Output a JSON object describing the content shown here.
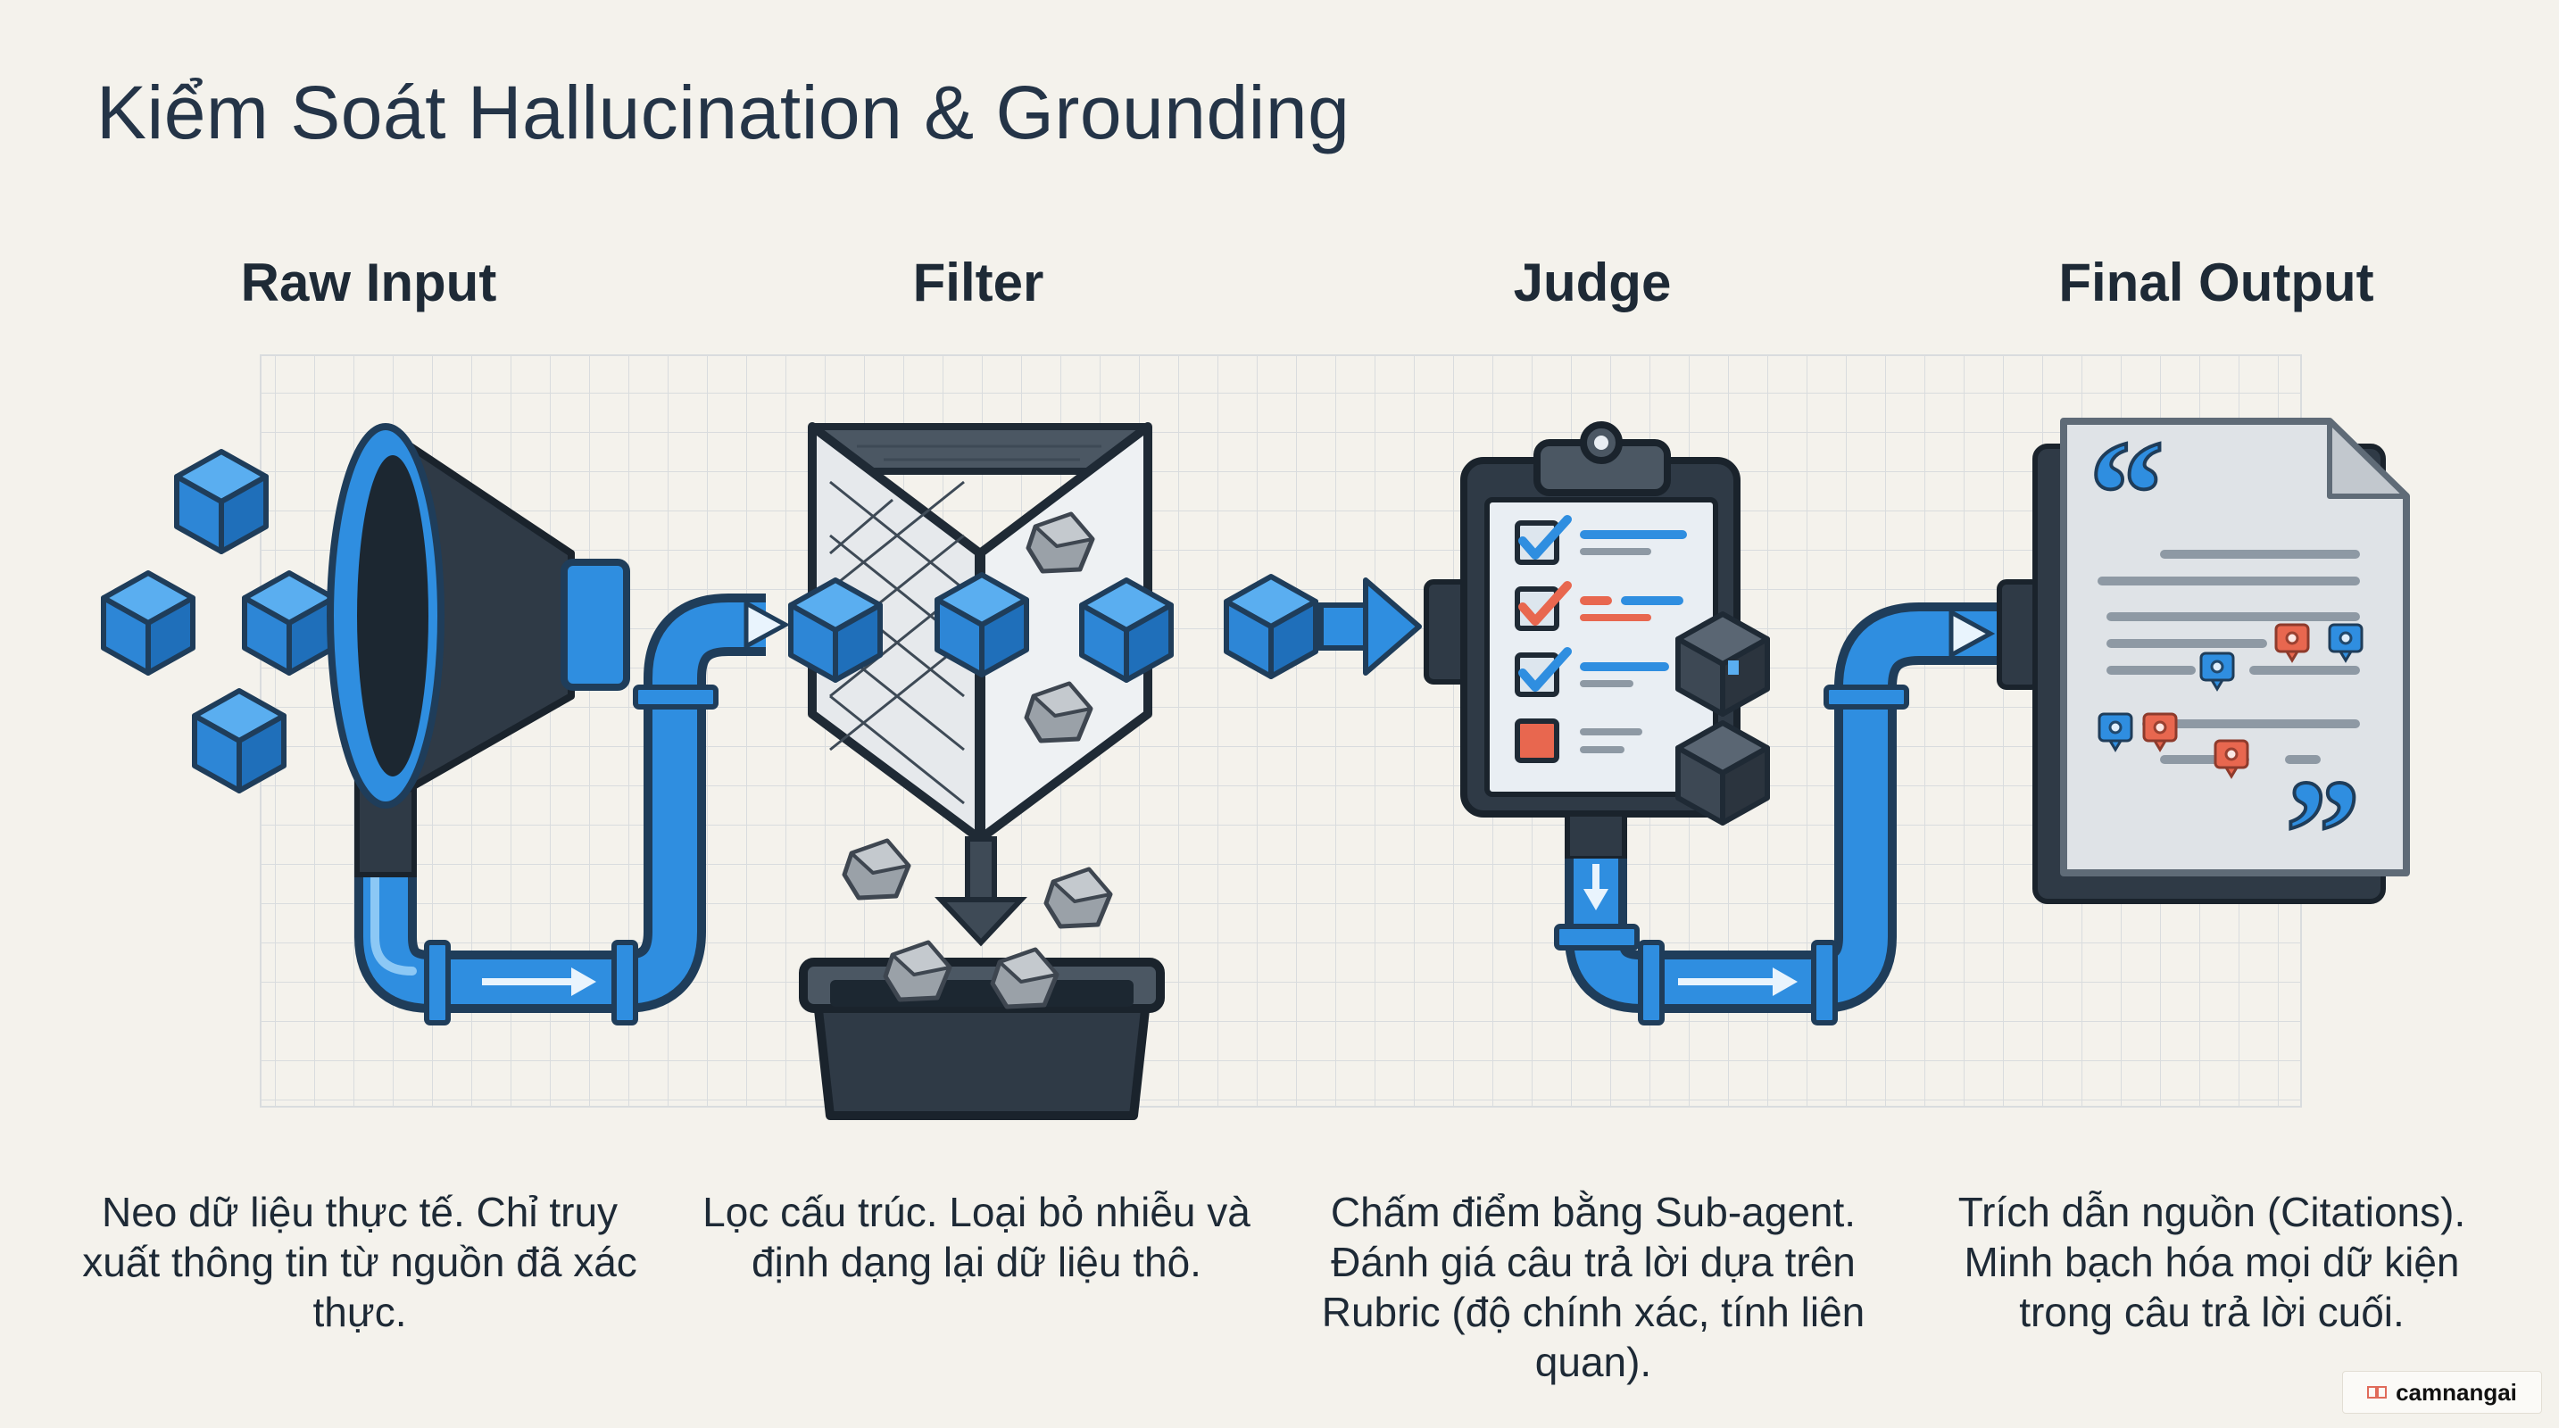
{
  "title": "Kiểm Soát Hallucination & Grounding",
  "stages": [
    {
      "title": "Raw Input",
      "description": "Neo dữ liệu thực tế. Chỉ truy xuất thông tin từ nguồn đã xác thực."
    },
    {
      "title": "Filter",
      "description": "Lọc cấu trúc. Loại bỏ nhiễu và định dạng lại dữ liệu thô."
    },
    {
      "title": "Judge",
      "description": "Chấm điểm bằng Sub-agent. Đánh giá câu trả lời dựa trên Rubric (độ chính xác, tính liên quan)."
    },
    {
      "title": "Final Output",
      "description": "Trích dẫn nguồn (Citations). Minh bạch hóa mọi dữ kiện trong câu trả lời cuối."
    }
  ],
  "watermark": {
    "text": "camnangai"
  },
  "colors": {
    "blue": "#2f8ee0",
    "dark": "#2f3a46",
    "navy": "#243447",
    "red": "#e8674f",
    "grid": "#d9dcde"
  }
}
